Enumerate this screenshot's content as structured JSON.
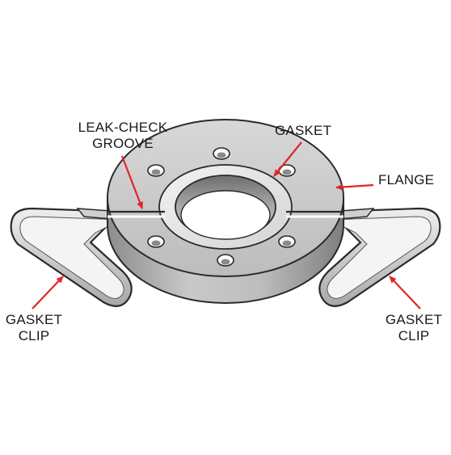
{
  "labels": {
    "leak_check_groove": [
      "LEAK-CHECK",
      "GROOVE"
    ],
    "gasket": "GASKET",
    "flange": "FLANGE",
    "gasket_clip_left": [
      "GASKET",
      "CLIP"
    ],
    "gasket_clip_right": [
      "GASKET",
      "CLIP"
    ]
  },
  "colors": {
    "arrow": "#e0252a",
    "metal_light": "#e4e4e4",
    "metal_mid": "#b9b9b9",
    "metal_dark": "#7c7c7c",
    "outline": "#2a2a2a",
    "text": "#1a1a1a"
  }
}
